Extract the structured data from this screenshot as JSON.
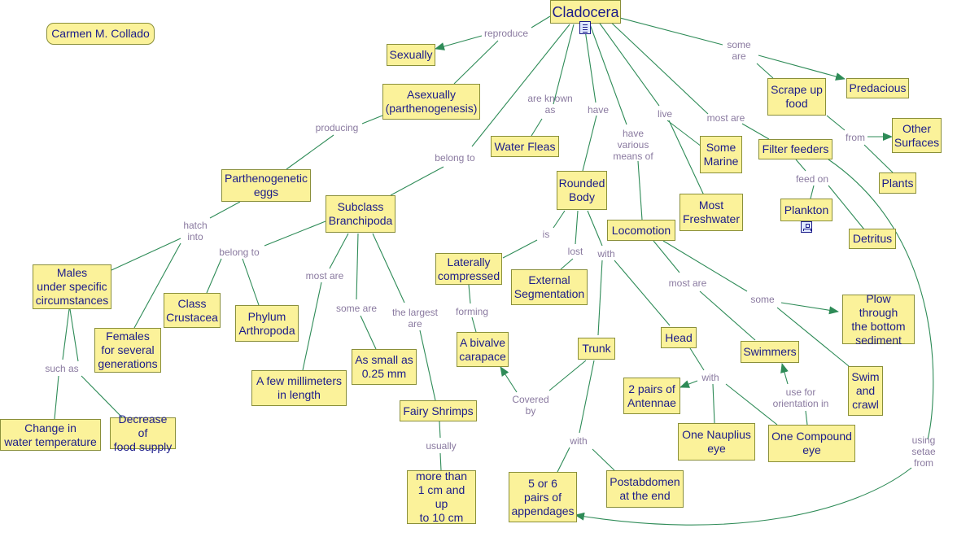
{
  "nodes": {
    "cladocera": "Cladocera",
    "author": "Carmen M. Collado",
    "sexually": "Sexually",
    "asexually": "Asexually\n(parthenogenesis)",
    "parthenogenetic_eggs": "Parthenogenetic\neggs",
    "males": "Males\nunder specific\ncircumstances",
    "females": "Females\nfor several\ngenerations",
    "change_temp": "Change in\nwater temperature",
    "decrease_food": "Decrease of\nfood supply",
    "subclass_branchipoda": "Subclass\nBranchipoda",
    "class_crustacea": "Class\nCrustacea",
    "phylum_arthropoda": "Phylum\nArthropoda",
    "few_millimeters": "A few millimeters\nin length",
    "small_025": "As small as\n0.25 mm",
    "fairy_shrimps": "Fairy Shrimps",
    "more_than_1cm": "more than\n1 cm and up\nto 10 cm",
    "water_fleas": "Water Fleas",
    "rounded_body": "Rounded\nBody",
    "laterally_compressed": "Laterally\ncompressed",
    "external_segmentation": "External\nSegmentation",
    "bivalve_carapace": "A bivalve\ncarapace",
    "trunk": "Trunk",
    "appendages": "5 or 6\npairs of\nappendages",
    "postabdomen": "Postabdomen\nat the end",
    "head": "Head",
    "antennae": "2 pairs of\nAntennae",
    "nauplius_eye": "One Nauplius\neye",
    "compound_eye": "One Compound\neye",
    "locomotion": "Locomotion",
    "swimmers": "Swimmers",
    "plow": "Plow through\nthe bottom\nsediment",
    "swim_crawl": "Swim\nand\ncrawl",
    "some_marine": "Some\nMarine",
    "most_freshwater": "Most\nFreshwater",
    "filter_feeders": "Filter feeders",
    "plankton": "Plankton",
    "detritus": "Detritus",
    "scrape_food": "Scrape up\nfood",
    "predacious": "Predacious",
    "other_surfaces": "Other\nSurfaces",
    "plants": "Plants"
  },
  "labels": {
    "reproduce": "reproduce",
    "producing": "producing",
    "hatch_into": "hatch\ninto",
    "such_as": "such as",
    "belong_to_1": "belong to",
    "belong_to_2": "belong to",
    "most_are_1": "most are",
    "some_are": "some are",
    "largest_are": "the largest\nare",
    "usually": "usually",
    "known_as": "are known\nas",
    "have": "have",
    "various_means": "have\nvarious\nmeans of",
    "is": "is",
    "lost": "lost",
    "with_1": "with",
    "forming": "forming",
    "covered_by": "Covered\nby",
    "with_2": "with",
    "with_3": "with",
    "most_are_2": "most are",
    "some": "some",
    "use_for": "use for\norientation in",
    "live": "live",
    "most_are_3": "most are",
    "feed_on": "feed on",
    "some_are_2": "some\nare",
    "from": "from",
    "using_setae": "using setae\nfrom"
  },
  "colors": {
    "node_fill": "#fbf29a",
    "node_border": "#8a8f3a",
    "node_text": "#1c1c8a",
    "line": "#2e8b57",
    "label_text": "#8a7aa0"
  },
  "icons": [
    "document-icon",
    "concept-map-icon"
  ]
}
